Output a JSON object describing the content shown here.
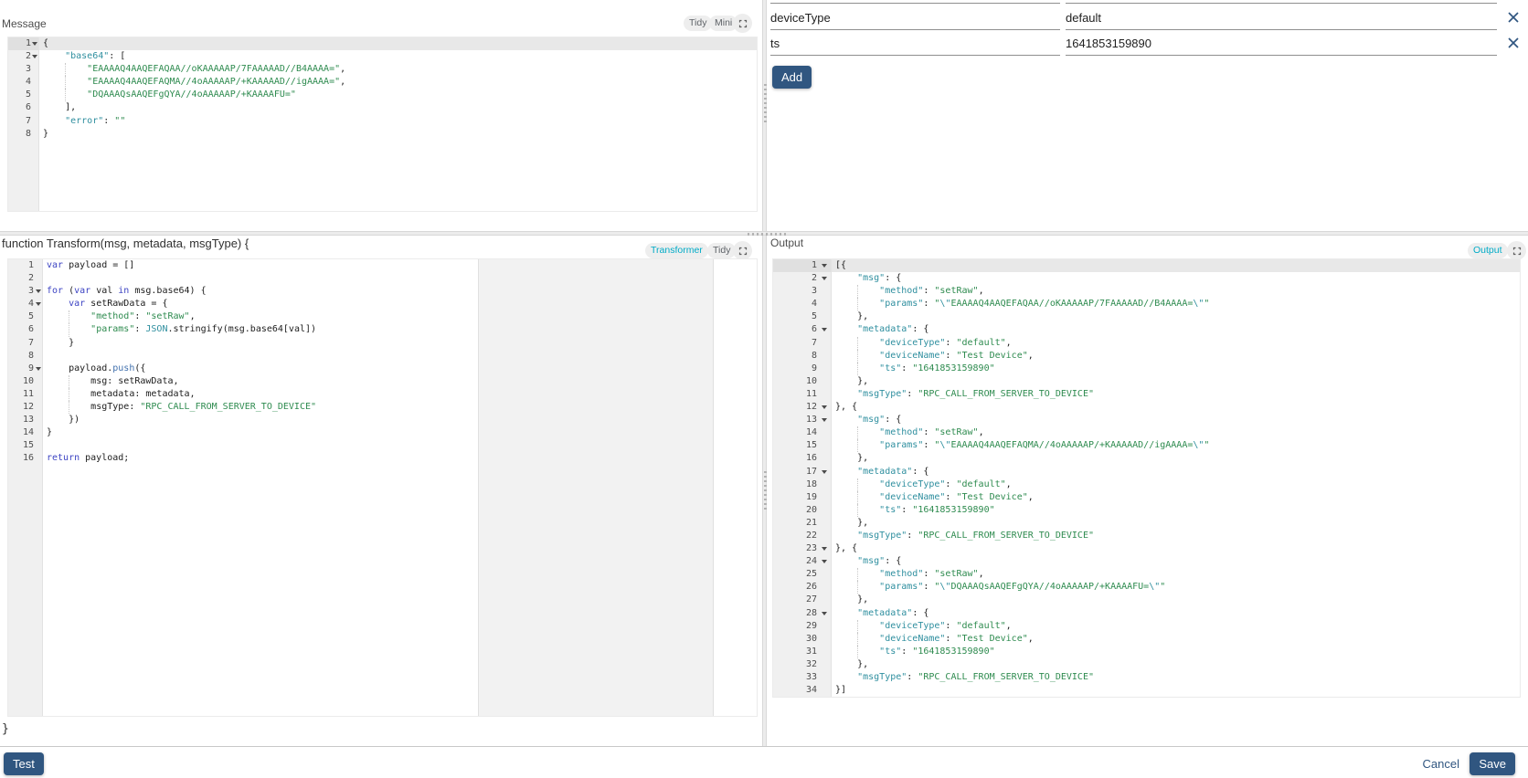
{
  "colors": {
    "primary": "#305680",
    "accent": "#00abc7",
    "underline": "#8f8f8f",
    "code_text": "#1d1d1d",
    "code_key": "#2f8f9f",
    "code_string": "#2e8b4f",
    "code_keyword": "#3d44c3",
    "code_function": "#4271ae",
    "code_escape": "#2f8f9f"
  },
  "icons": {
    "fullscreen": "fullscreen-icon",
    "close": "close-icon",
    "fold": "fold-arrow-icon"
  },
  "message_panel": {
    "title": "Message",
    "tidy": "Tidy",
    "mini": "Mini",
    "lines": [
      {
        "f": 1,
        "h": 1,
        "i": 0,
        "t": [
          [
            "d",
            "{"
          ]
        ]
      },
      {
        "f": 1,
        "i": 1,
        "t": [
          [
            "k",
            "\"base64\""
          ],
          [
            "d",
            ": ["
          ]
        ]
      },
      {
        "i": 2,
        "t": [
          [
            "s",
            "\"EAAAAQ4AAQEFAQAA//oKAAAAAP/7FAAAAAD//B4AAAA=\""
          ],
          [
            "d",
            ","
          ]
        ]
      },
      {
        "i": 2,
        "t": [
          [
            "s",
            "\"EAAAAQ4AAQEFAQMA//4oAAAAAP/+KAAAAAD//igAAAA=\""
          ],
          [
            "d",
            ","
          ]
        ]
      },
      {
        "i": 2,
        "t": [
          [
            "s",
            "\"DQAAAQsAAQEFgQYA//4oAAAAAP/+KAAAAFU=\""
          ]
        ]
      },
      {
        "i": 1,
        "t": [
          [
            "d",
            "],"
          ]
        ]
      },
      {
        "i": 1,
        "t": [
          [
            "k",
            "\"error\""
          ],
          [
            "d",
            ": "
          ],
          [
            "s",
            "\"\""
          ]
        ]
      },
      {
        "i": 0,
        "t": [
          [
            "d",
            "}"
          ]
        ]
      }
    ]
  },
  "metadata_panel": {
    "add": "Add",
    "rows": [
      {
        "key": "deviceType",
        "value": "default"
      },
      {
        "key": "ts",
        "value": "1641853159890"
      }
    ]
  },
  "transform_panel": {
    "title": "function Transform(msg, metadata, msgType) {",
    "footer": "}",
    "transformer": "Transformer",
    "tidy": "Tidy",
    "lines": [
      {
        "t": [
          [
            "kw",
            "var"
          ],
          [
            "d",
            " payload = []"
          ]
        ]
      },
      {
        "t": []
      },
      {
        "f": 1,
        "t": [
          [
            "kw",
            "for"
          ],
          [
            "d",
            " ("
          ],
          [
            "kw",
            "var"
          ],
          [
            "d",
            " val "
          ],
          [
            "kw",
            "in"
          ],
          [
            "d",
            " msg.base64) {"
          ]
        ]
      },
      {
        "f": 1,
        "i": 1,
        "t": [
          [
            "kw",
            "var"
          ],
          [
            "d",
            " setRawData = {"
          ]
        ]
      },
      {
        "i": 2,
        "t": [
          [
            "s",
            "\"method\""
          ],
          [
            "d",
            ": "
          ],
          [
            "s",
            "\"setRaw\""
          ],
          [
            "d",
            ","
          ]
        ]
      },
      {
        "i": 2,
        "t": [
          [
            "s",
            "\"params\""
          ],
          [
            "d",
            ": "
          ],
          [
            "k",
            "JSON"
          ],
          [
            "d",
            ".stringify(msg.base64[val])"
          ]
        ]
      },
      {
        "i": 1,
        "t": [
          [
            "d",
            "}"
          ]
        ]
      },
      {
        "t": []
      },
      {
        "f": 1,
        "i": 1,
        "t": [
          [
            "d",
            "payload."
          ],
          [
            "fn",
            "push"
          ],
          [
            "d",
            "({"
          ]
        ]
      },
      {
        "i": 2,
        "t": [
          [
            "d",
            "msg: setRawData,"
          ]
        ]
      },
      {
        "i": 2,
        "t": [
          [
            "d",
            "metadata: metadata,"
          ]
        ]
      },
      {
        "i": 2,
        "t": [
          [
            "d",
            "msgType: "
          ],
          [
            "s",
            "\"RPC_CALL_FROM_SERVER_TO_DEVICE\""
          ]
        ]
      },
      {
        "i": 1,
        "t": [
          [
            "d",
            "})"
          ]
        ]
      },
      {
        "t": [
          [
            "d",
            "}"
          ]
        ]
      },
      {
        "t": []
      },
      {
        "t": [
          [
            "kw",
            "return"
          ],
          [
            "d",
            " payload;"
          ]
        ]
      }
    ]
  },
  "output_panel": {
    "title": "Output",
    "chip": "Output",
    "lines": [
      {
        "f": 1,
        "h": 1,
        "t": [
          [
            "d",
            "[{"
          ]
        ]
      },
      {
        "f": 1,
        "i": 1,
        "t": [
          [
            "k",
            "\"msg\""
          ],
          [
            "d",
            ": {"
          ]
        ]
      },
      {
        "i": 2,
        "t": [
          [
            "k",
            "\"method\""
          ],
          [
            "d",
            ": "
          ],
          [
            "s",
            "\"setRaw\""
          ],
          [
            "d",
            ","
          ]
        ]
      },
      {
        "i": 2,
        "t": [
          [
            "k",
            "\"params\""
          ],
          [
            "d",
            ": "
          ],
          [
            "s",
            "\""
          ],
          [
            "e",
            "\\\""
          ],
          [
            "s",
            "EAAAAQ4AAQEFAQAA//oKAAAAAP/7FAAAAAD//B4AAAA="
          ],
          [
            "e",
            "\\\""
          ],
          [
            "s",
            "\""
          ]
        ]
      },
      {
        "i": 1,
        "t": [
          [
            "d",
            "},"
          ]
        ]
      },
      {
        "f": 1,
        "i": 1,
        "t": [
          [
            "k",
            "\"metadata\""
          ],
          [
            "d",
            ": {"
          ]
        ]
      },
      {
        "i": 2,
        "t": [
          [
            "k",
            "\"deviceType\""
          ],
          [
            "d",
            ": "
          ],
          [
            "s",
            "\"default\""
          ],
          [
            "d",
            ","
          ]
        ]
      },
      {
        "i": 2,
        "t": [
          [
            "k",
            "\"deviceName\""
          ],
          [
            "d",
            ": "
          ],
          [
            "s",
            "\"Test Device\""
          ],
          [
            "d",
            ","
          ]
        ]
      },
      {
        "i": 2,
        "t": [
          [
            "k",
            "\"ts\""
          ],
          [
            "d",
            ": "
          ],
          [
            "s",
            "\"1641853159890\""
          ]
        ]
      },
      {
        "i": 1,
        "t": [
          [
            "d",
            "},"
          ]
        ]
      },
      {
        "i": 1,
        "t": [
          [
            "k",
            "\"msgType\""
          ],
          [
            "d",
            ": "
          ],
          [
            "s",
            "\"RPC_CALL_FROM_SERVER_TO_DEVICE\""
          ]
        ]
      },
      {
        "f": 1,
        "t": [
          [
            "d",
            "}, {"
          ]
        ]
      },
      {
        "f": 1,
        "i": 1,
        "t": [
          [
            "k",
            "\"msg\""
          ],
          [
            "d",
            ": {"
          ]
        ]
      },
      {
        "i": 2,
        "t": [
          [
            "k",
            "\"method\""
          ],
          [
            "d",
            ": "
          ],
          [
            "s",
            "\"setRaw\""
          ],
          [
            "d",
            ","
          ]
        ]
      },
      {
        "i": 2,
        "t": [
          [
            "k",
            "\"params\""
          ],
          [
            "d",
            ": "
          ],
          [
            "s",
            "\""
          ],
          [
            "e",
            "\\\""
          ],
          [
            "s",
            "EAAAAQ4AAQEFAQMA//4oAAAAAP/+KAAAAAD//igAAAA="
          ],
          [
            "e",
            "\\\""
          ],
          [
            "s",
            "\""
          ]
        ]
      },
      {
        "i": 1,
        "t": [
          [
            "d",
            "},"
          ]
        ]
      },
      {
        "f": 1,
        "i": 1,
        "t": [
          [
            "k",
            "\"metadata\""
          ],
          [
            "d",
            ": {"
          ]
        ]
      },
      {
        "i": 2,
        "t": [
          [
            "k",
            "\"deviceType\""
          ],
          [
            "d",
            ": "
          ],
          [
            "s",
            "\"default\""
          ],
          [
            "d",
            ","
          ]
        ]
      },
      {
        "i": 2,
        "t": [
          [
            "k",
            "\"deviceName\""
          ],
          [
            "d",
            ": "
          ],
          [
            "s",
            "\"Test Device\""
          ],
          [
            "d",
            ","
          ]
        ]
      },
      {
        "i": 2,
        "t": [
          [
            "k",
            "\"ts\""
          ],
          [
            "d",
            ": "
          ],
          [
            "s",
            "\"1641853159890\""
          ]
        ]
      },
      {
        "i": 1,
        "t": [
          [
            "d",
            "},"
          ]
        ]
      },
      {
        "i": 1,
        "t": [
          [
            "k",
            "\"msgType\""
          ],
          [
            "d",
            ": "
          ],
          [
            "s",
            "\"RPC_CALL_FROM_SERVER_TO_DEVICE\""
          ]
        ]
      },
      {
        "f": 1,
        "t": [
          [
            "d",
            "}, {"
          ]
        ]
      },
      {
        "f": 1,
        "i": 1,
        "t": [
          [
            "k",
            "\"msg\""
          ],
          [
            "d",
            ": {"
          ]
        ]
      },
      {
        "i": 2,
        "t": [
          [
            "k",
            "\"method\""
          ],
          [
            "d",
            ": "
          ],
          [
            "s",
            "\"setRaw\""
          ],
          [
            "d",
            ","
          ]
        ]
      },
      {
        "i": 2,
        "t": [
          [
            "k",
            "\"params\""
          ],
          [
            "d",
            ": "
          ],
          [
            "s",
            "\""
          ],
          [
            "e",
            "\\\""
          ],
          [
            "s",
            "DQAAAQsAAQEFgQYA//4oAAAAAP/+KAAAAFU="
          ],
          [
            "e",
            "\\\""
          ],
          [
            "s",
            "\""
          ]
        ]
      },
      {
        "i": 1,
        "t": [
          [
            "d",
            "},"
          ]
        ]
      },
      {
        "f": 1,
        "i": 1,
        "t": [
          [
            "k",
            "\"metadata\""
          ],
          [
            "d",
            ": {"
          ]
        ]
      },
      {
        "i": 2,
        "t": [
          [
            "k",
            "\"deviceType\""
          ],
          [
            "d",
            ": "
          ],
          [
            "s",
            "\"default\""
          ],
          [
            "d",
            ","
          ]
        ]
      },
      {
        "i": 2,
        "t": [
          [
            "k",
            "\"deviceName\""
          ],
          [
            "d",
            ": "
          ],
          [
            "s",
            "\"Test Device\""
          ],
          [
            "d",
            ","
          ]
        ]
      },
      {
        "i": 2,
        "t": [
          [
            "k",
            "\"ts\""
          ],
          [
            "d",
            ": "
          ],
          [
            "s",
            "\"1641853159890\""
          ]
        ]
      },
      {
        "i": 1,
        "t": [
          [
            "d",
            "},"
          ]
        ]
      },
      {
        "i": 1,
        "t": [
          [
            "k",
            "\"msgType\""
          ],
          [
            "d",
            ": "
          ],
          [
            "s",
            "\"RPC_CALL_FROM_SERVER_TO_DEVICE\""
          ]
        ]
      },
      {
        "t": [
          [
            "d",
            "}]"
          ]
        ]
      }
    ]
  },
  "footer": {
    "test": "Test",
    "cancel": "Cancel",
    "save": "Save"
  }
}
